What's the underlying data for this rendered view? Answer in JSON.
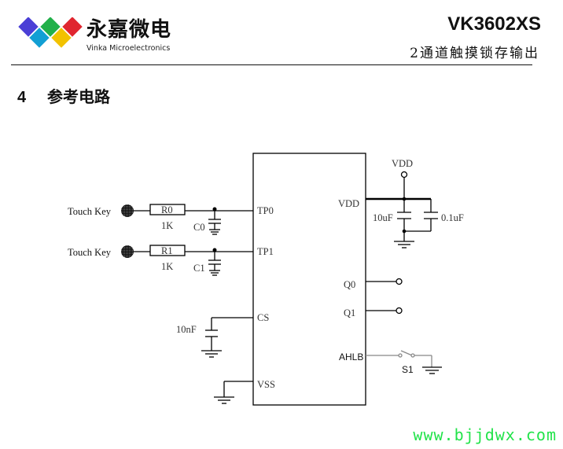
{
  "header": {
    "logo": {
      "cn_name": "永嘉微电",
      "en_name": "Vinka Microelectronics",
      "colors": [
        "#4a3fd6",
        "#22b04a",
        "#e0262f",
        "#129fd4",
        "#f2c200"
      ]
    },
    "part_number": "VK3602XS",
    "subtitle": "2通道触摸锁存输出"
  },
  "section": {
    "number": "4",
    "title": "参考电路"
  },
  "schematic": {
    "touch_keys": [
      {
        "label": "Touch Key",
        "resistor": "R0",
        "resistor_value": "1K",
        "capacitor": "C0",
        "pin": "TP0"
      },
      {
        "label": "Touch Key",
        "resistor": "R1",
        "resistor_value": "1K",
        "capacitor": "C1",
        "pin": "TP1"
      }
    ],
    "cs": {
      "pin": "CS",
      "capacitor_value": "10nF"
    },
    "vss": {
      "pin": "VSS"
    },
    "vdd": {
      "pin": "VDD",
      "supply_label": "VDD",
      "cap1": "10uF",
      "cap2": "0.1uF"
    },
    "outputs": [
      {
        "pin": "Q0"
      },
      {
        "pin": "Q1"
      }
    ],
    "ahlb": {
      "pin": "AHLB",
      "switch": "S1"
    }
  },
  "footer": {
    "website": "www.bjjdwx.com"
  }
}
